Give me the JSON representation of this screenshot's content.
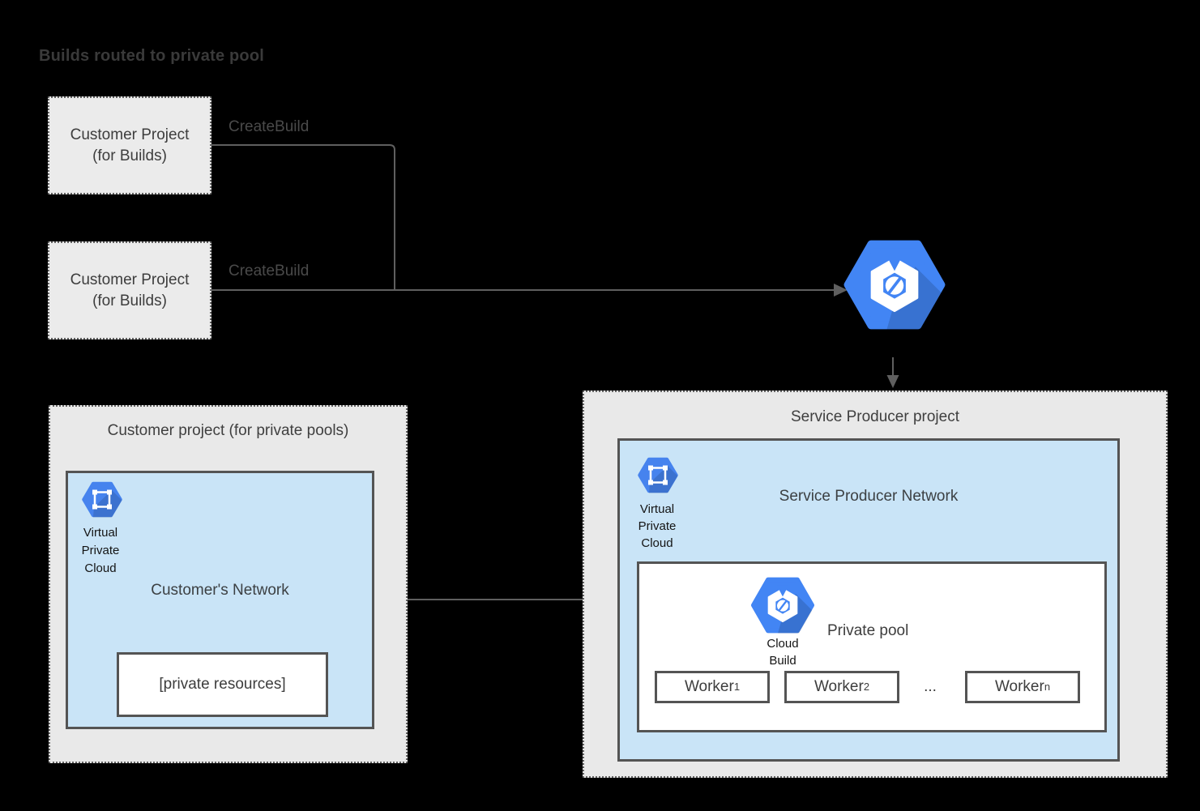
{
  "title": "Builds routed to private pool",
  "colors": {
    "background": "#000000",
    "project_fill": "#e9e9e9",
    "node_fill": "#ebebeb",
    "network_fill": "#c9e4f7",
    "box_border": "#545454",
    "dotted_border": "#616161",
    "arrow": "#5f5f5f",
    "icon_blue": "#4285f4",
    "text_dark": "#3d3d3d"
  },
  "nodes": {
    "customer_builds_1": {
      "line1": "Customer Project",
      "line2": "(for Builds)"
    },
    "customer_builds_2": {
      "line1": "Customer Project",
      "line2": "(for Builds)"
    }
  },
  "labels": {
    "create_build_1": "CreateBuild",
    "create_build_2": "CreateBuild"
  },
  "icons": {
    "cloud_build_main": "cloud-build-icon",
    "cloud_build_pool": "cloud-build-icon",
    "vpc_left": "virtual-private-cloud-icon",
    "vpc_right": "virtual-private-cloud-icon"
  },
  "customer_pool_project": {
    "title": "Customer project (for private pools)",
    "network": {
      "title": "Customer's Network",
      "vpc_label": {
        "line1": "Virtual",
        "line2": "Private",
        "line3": "Cloud"
      },
      "private_resources": "[private resources]"
    }
  },
  "service_producer_project": {
    "title": "Service Producer project",
    "network": {
      "title": "Service Producer Network",
      "vpc_label": {
        "line1": "Virtual",
        "line2": "Private",
        "line3": "Cloud"
      },
      "private_pool": {
        "title": "Private pool",
        "cloud_build_label": {
          "line1": "Cloud",
          "line2": "Build"
        },
        "workers": [
          {
            "base": "Worker",
            "sub": "1"
          },
          {
            "base": "Worker",
            "sub": "2"
          },
          {
            "base": "Worker",
            "sub": "n"
          }
        ],
        "ellipsis": "..."
      }
    }
  }
}
